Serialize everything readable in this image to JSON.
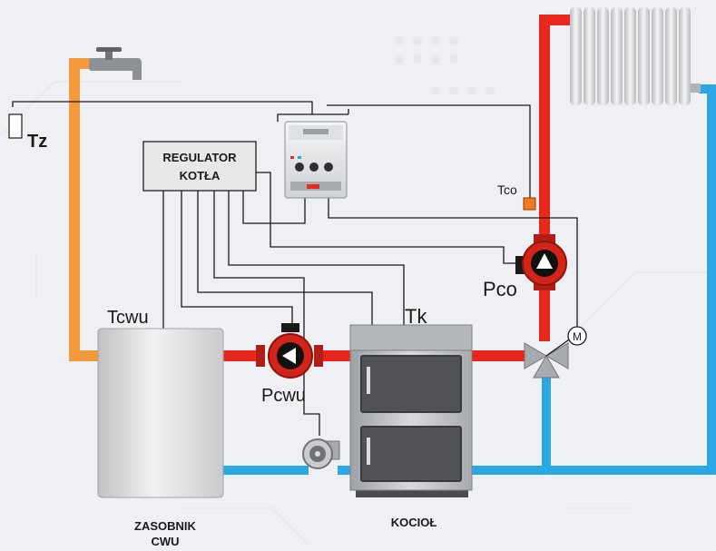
{
  "labels": {
    "tz": "Tz",
    "regulator_line1": "REGULATOR",
    "regulator_line2": "KOTŁA",
    "tco": "Tco",
    "pco": "Pco",
    "tcwu": "Tcwu",
    "tk": "Tk",
    "pcwu": "Pcwu",
    "motor": "M",
    "tank_line1": "ZASOBNIK",
    "tank_line2": "CWU",
    "boiler": "KOCIOŁ"
  },
  "colors": {
    "hot_water": "#e8281e",
    "cold_water": "#2ba7e6",
    "dhw_pipe": "#f39a3c",
    "sensor": "#f47a20",
    "background": "#eef0f4"
  }
}
